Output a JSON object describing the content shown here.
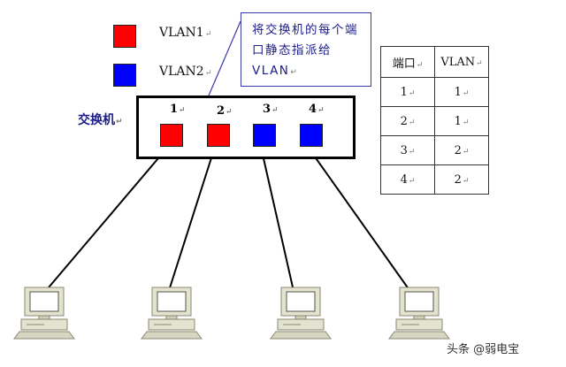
{
  "legend": {
    "items": [
      {
        "label": "VLAN1",
        "color": "#ff0000"
      },
      {
        "label": "VLAN2",
        "color": "#0000ff"
      }
    ]
  },
  "mark": "↵",
  "callout": {
    "line1": "将交换机的每个端",
    "line2": "口静态指派给",
    "line3": "VLAN"
  },
  "switch": {
    "label": "交换机",
    "ports": [
      {
        "number": "1",
        "vlan_color": "#ff0000"
      },
      {
        "number": "2",
        "vlan_color": "#ff0000"
      },
      {
        "number": "3",
        "vlan_color": "#0000ff"
      },
      {
        "number": "4",
        "vlan_color": "#0000ff"
      }
    ]
  },
  "table": {
    "headers": [
      "端口",
      "VLAN"
    ],
    "rows": [
      [
        "1",
        "1"
      ],
      [
        "2",
        "1"
      ],
      [
        "3",
        "2"
      ],
      [
        "4",
        "2"
      ]
    ]
  },
  "watermark": "头条 @弱电宝"
}
